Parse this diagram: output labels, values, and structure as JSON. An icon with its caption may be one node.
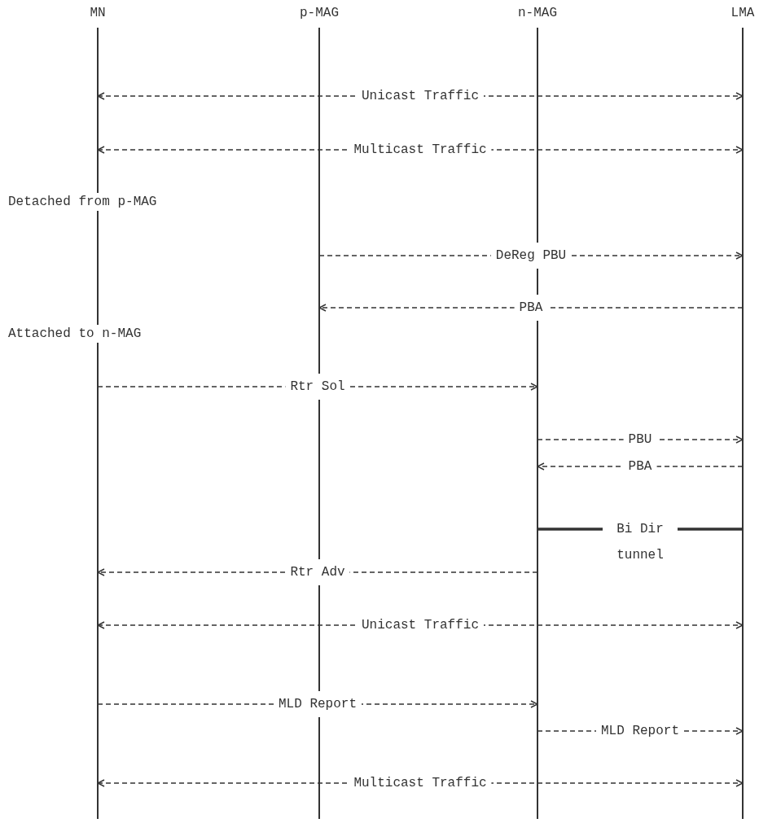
{
  "diagram": {
    "nodes": [
      {
        "text": [
          "MN"
        ]
      },
      {
        "text": [
          "p-MAG"
        ]
      },
      {
        "text": [
          "n-MAG"
        ]
      },
      {
        "text": [
          "LMA"
        ]
      }
    ],
    "edges": [
      {
        "from": 0,
        "to": 3,
        "arrow": "both",
        "label": "Unicast Traffic",
        "style": "dashed"
      },
      {
        "from": 0,
        "to": 3,
        "arrow": "both",
        "label": "Multicast Traffic",
        "style": "dashed"
      },
      {
        "from": 1,
        "to": 3,
        "arrow": "to",
        "label": "DeReg PBU",
        "style": "dashed"
      },
      {
        "from": 3,
        "to": 1,
        "arrow": "to",
        "label": "PBA",
        "style": "dashed"
      },
      {
        "from": 0,
        "to": 2,
        "arrow": "to",
        "label": "Rtr Sol",
        "style": "dashed"
      },
      {
        "from": 2,
        "to": 3,
        "arrow": "to",
        "label": "PBU",
        "style": "dashed"
      },
      {
        "from": 3,
        "to": 2,
        "arrow": "to",
        "label": "PBA",
        "style": "dashed"
      },
      {
        "from": 2,
        "to": 3,
        "arrow": "none",
        "label": "Bi Dir tunnel",
        "style": "thick"
      },
      {
        "from": 2,
        "to": 0,
        "arrow": "to",
        "label": "Rtr Adv",
        "style": "dashed"
      },
      {
        "from": 0,
        "to": 3,
        "arrow": "both",
        "label": "Unicast Traffic",
        "style": "dashed"
      },
      {
        "from": 0,
        "to": 2,
        "arrow": "to",
        "label": "MLD Report",
        "style": "dashed"
      },
      {
        "from": 2,
        "to": 3,
        "arrow": "to",
        "label": "MLD Report",
        "style": "dashed"
      },
      {
        "from": 0,
        "to": 3,
        "arrow": "both",
        "label": "Multicast Traffic",
        "style": "dashed"
      }
    ],
    "labels": [
      "Detached from p-MAG",
      "Attached to n-MAG"
    ]
  }
}
